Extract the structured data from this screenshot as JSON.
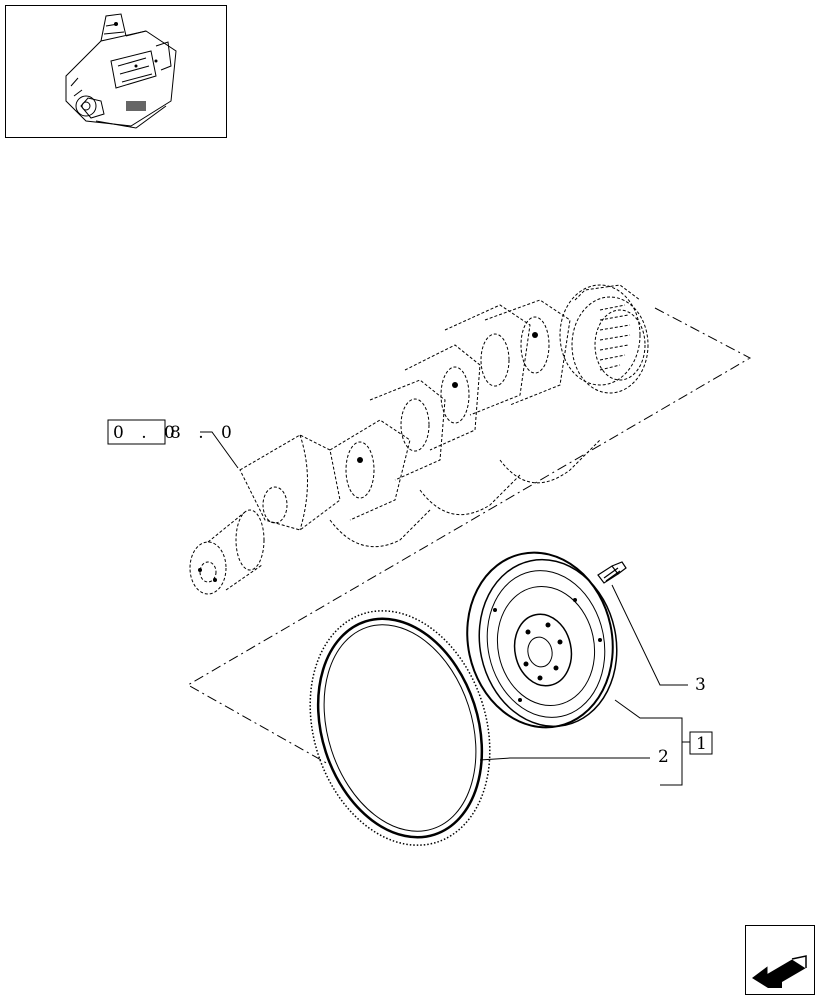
{
  "diagram": {
    "thumbnail": {
      "icon": "engine-thumbnail-icon"
    },
    "reference": {
      "label": "0 . 0",
      "suffix": "8 . 0"
    },
    "callouts": {
      "part_1": "1",
      "part_2": "2",
      "part_3": "3"
    },
    "parts": [
      "crankshaft (reference)",
      "flywheel",
      "ring gear",
      "bolt"
    ],
    "nav": {
      "icon": "next-page-arrow-icon"
    }
  }
}
